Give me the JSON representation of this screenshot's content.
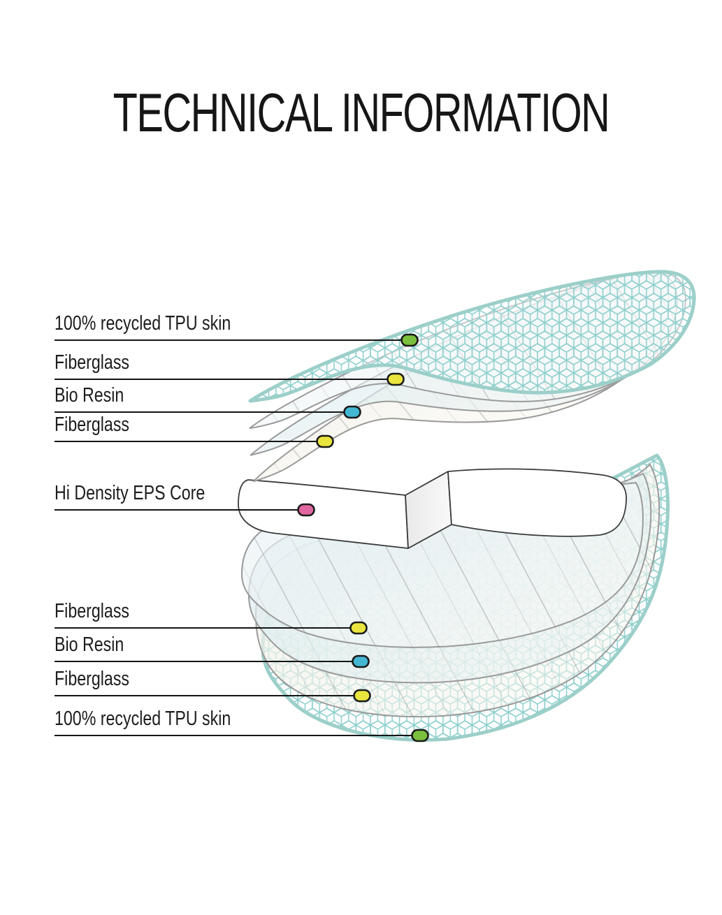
{
  "title": "TECHNICAL INFORMATION",
  "palette": {
    "tpu_green": "#7bbf3e",
    "fiberglass_yellow": "#e9e53e",
    "bio_resin_blue": "#43b7d2",
    "eps_pink": "#e0669f",
    "teal_outline": "#9ccfc9",
    "teal_pattern": "#8fd0ce",
    "line_black": "#141414"
  },
  "callouts": [
    {
      "label": "100% recycled TPU skin",
      "color": "#7bbf3e"
    },
    {
      "label": "Fiberglass",
      "color": "#e9e53e"
    },
    {
      "label": "Bio Resin",
      "color": "#43b7d2"
    },
    {
      "label": "Fiberglass",
      "color": "#e9e53e"
    },
    {
      "label": "Hi Density EPS Core",
      "color": "#e0669f"
    },
    {
      "label": "Fiberglass",
      "color": "#e9e53e"
    },
    {
      "label": "Bio Resin",
      "color": "#43b7d2"
    },
    {
      "label": "Fiberglass",
      "color": "#e9e53e"
    },
    {
      "label": "100% recycled TPU skin",
      "color": "#7bbf3e"
    }
  ]
}
